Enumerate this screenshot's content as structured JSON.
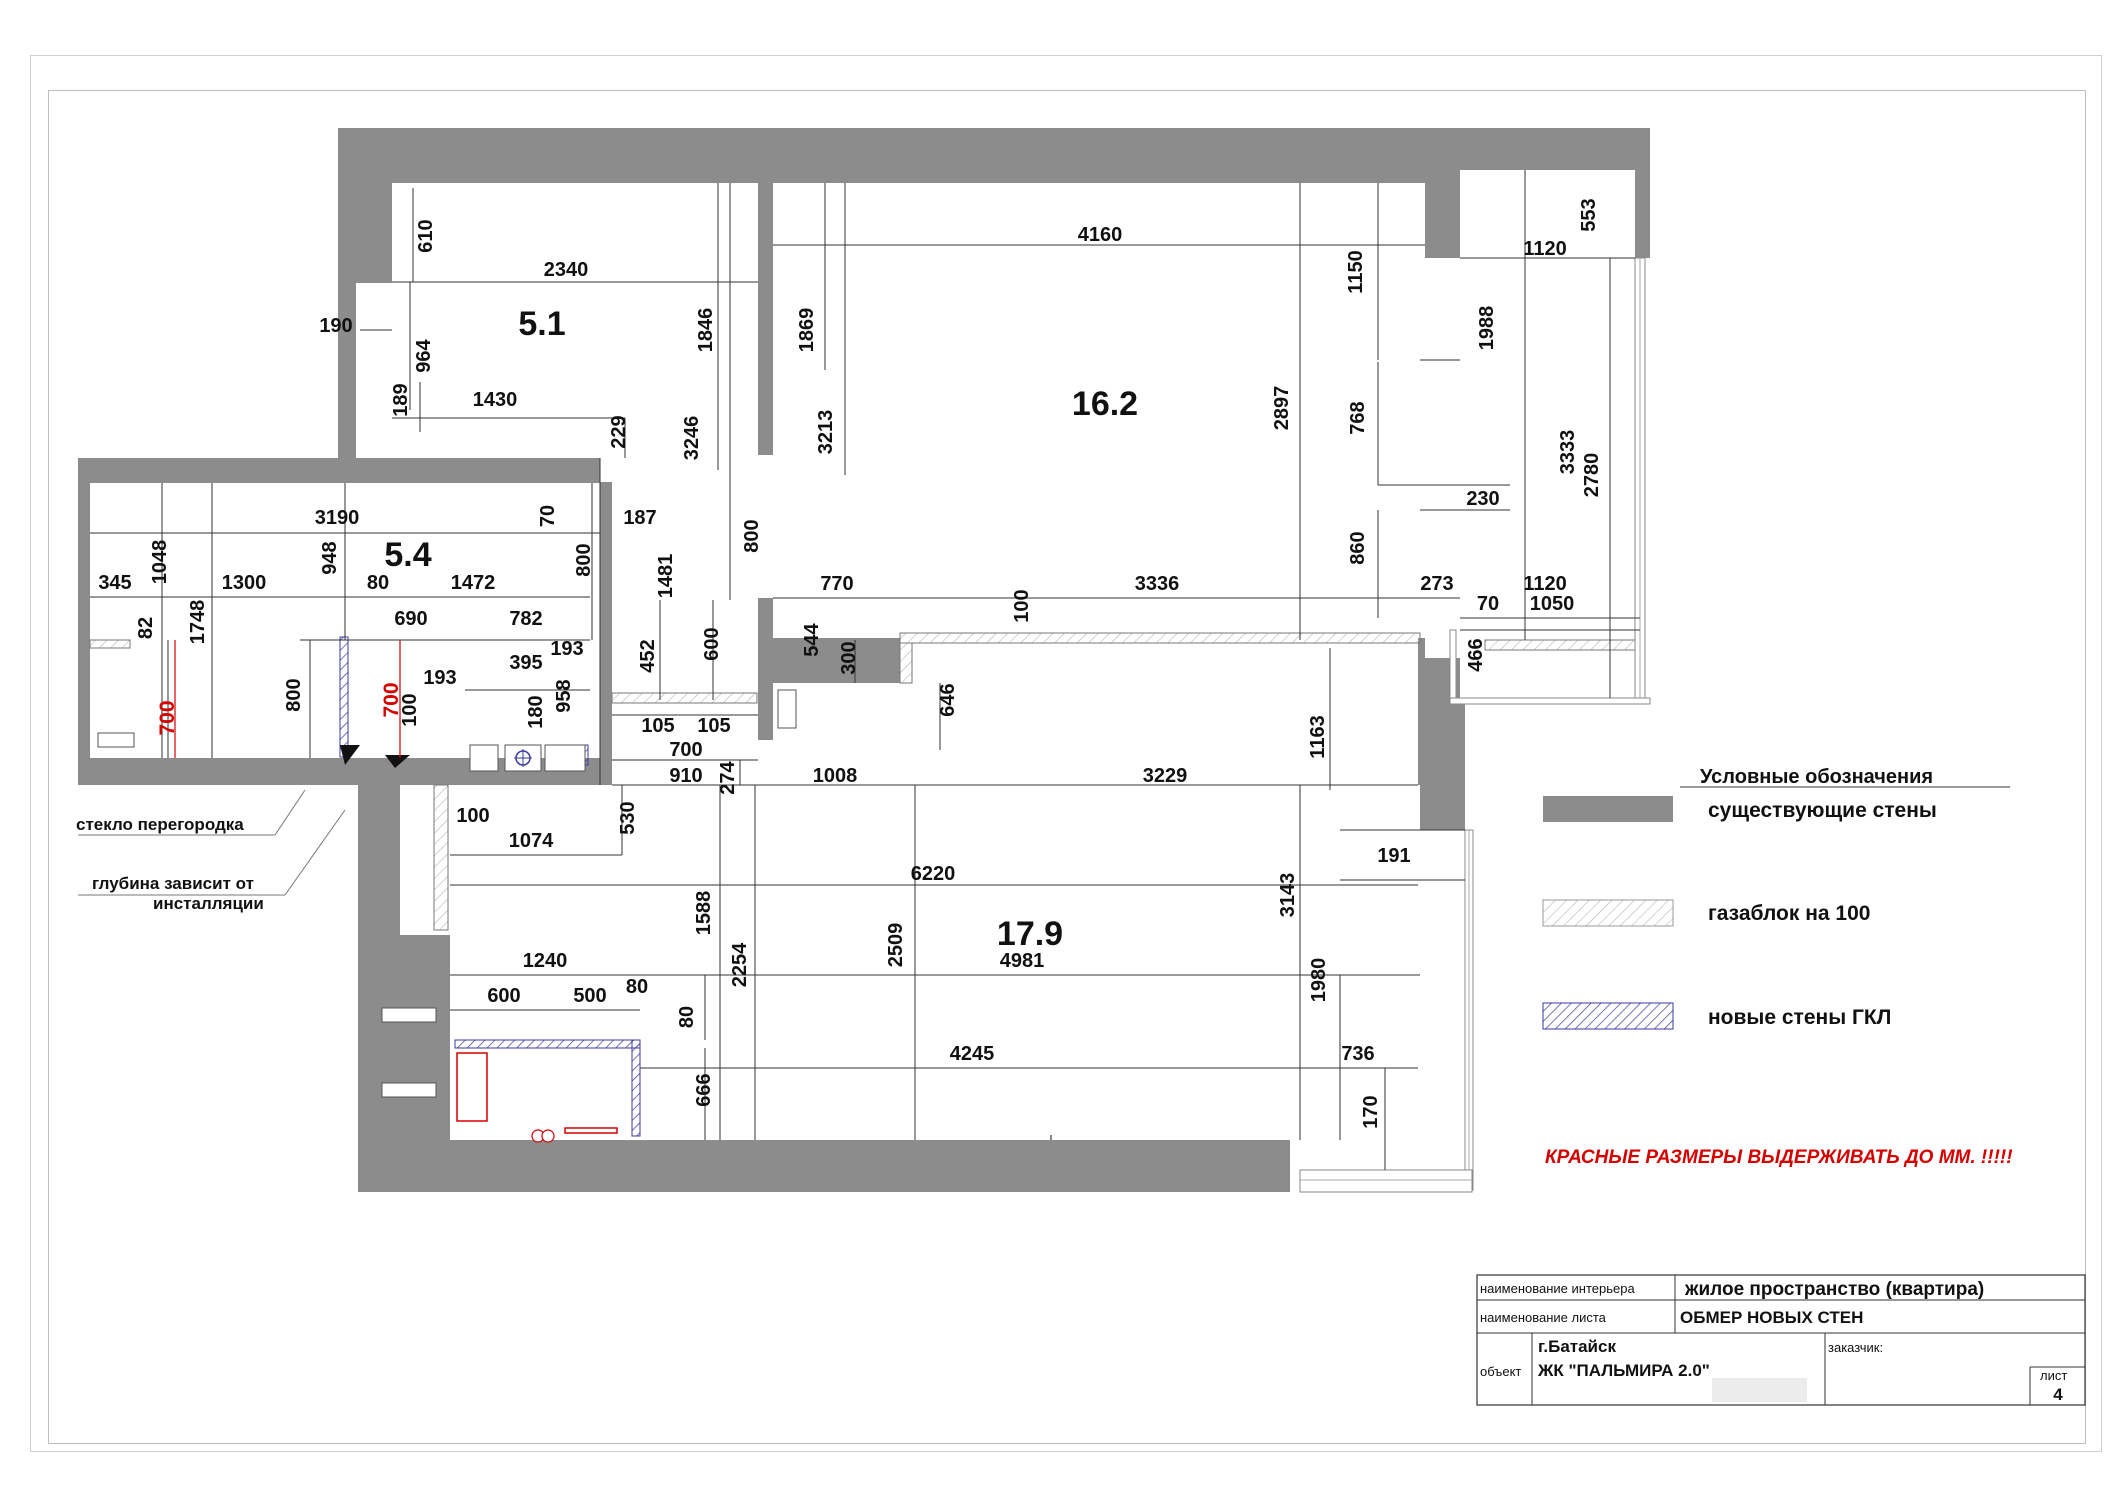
{
  "plan": {
    "areas": [
      {
        "id": "a1",
        "text": "5.1"
      },
      {
        "id": "a2",
        "text": "16.2"
      },
      {
        "id": "a3",
        "text": "5.4"
      },
      {
        "id": "a4",
        "text": "17.9"
      }
    ],
    "dimensions": [
      {
        "id": "d1",
        "text": "610",
        "v": true
      },
      {
        "id": "d2",
        "text": "2340"
      },
      {
        "id": "d3",
        "text": "190"
      },
      {
        "id": "d4",
        "text": "964",
        "v": true
      },
      {
        "id": "d5",
        "text": "189",
        "v": true
      },
      {
        "id": "d6",
        "text": "1430"
      },
      {
        "id": "d7",
        "text": "229",
        "v": true
      },
      {
        "id": "d8",
        "text": "1846",
        "v": true
      },
      {
        "id": "d9",
        "text": "3246",
        "v": true
      },
      {
        "id": "d10",
        "text": "1869",
        "v": true
      },
      {
        "id": "d11",
        "text": "3213",
        "v": true
      },
      {
        "id": "d12",
        "text": "4160"
      },
      {
        "id": "d13",
        "text": "1150",
        "v": true
      },
      {
        "id": "d14",
        "text": "2897",
        "v": true
      },
      {
        "id": "d15",
        "text": "768",
        "v": true
      },
      {
        "id": "d16",
        "text": "553",
        "v": true
      },
      {
        "id": "d17",
        "text": "1120"
      },
      {
        "id": "d18",
        "text": "1988",
        "v": true
      },
      {
        "id": "d19",
        "text": "3333",
        "v": true
      },
      {
        "id": "d20",
        "text": "2780",
        "v": true
      },
      {
        "id": "d21",
        "text": "230"
      },
      {
        "id": "d22",
        "text": "860",
        "v": true
      },
      {
        "id": "d23",
        "text": "3190"
      },
      {
        "id": "d24",
        "text": "70",
        "v": true
      },
      {
        "id": "d25",
        "text": "187"
      },
      {
        "id": "d26",
        "text": "1048",
        "v": true
      },
      {
        "id": "d27",
        "text": "948",
        "v": true
      },
      {
        "id": "d28",
        "text": "800",
        "v": true
      },
      {
        "id": "d29",
        "text": "1481",
        "v": true
      },
      {
        "id": "d30",
        "text": "800",
        "v": true
      },
      {
        "id": "d31",
        "text": "345"
      },
      {
        "id": "d32",
        "text": "1300"
      },
      {
        "id": "d33",
        "text": "80"
      },
      {
        "id": "d34",
        "text": "1472"
      },
      {
        "id": "d35",
        "text": "770"
      },
      {
        "id": "d36",
        "text": "100",
        "v": true
      },
      {
        "id": "d37",
        "text": "3336"
      },
      {
        "id": "d38",
        "text": "273"
      },
      {
        "id": "d39",
        "text": "1120"
      },
      {
        "id": "d40",
        "text": "82",
        "v": true
      },
      {
        "id": "d41",
        "text": "1748",
        "v": true
      },
      {
        "id": "d42",
        "text": "690"
      },
      {
        "id": "d43",
        "text": "782"
      },
      {
        "id": "d44",
        "text": "193"
      },
      {
        "id": "d45",
        "text": "395"
      },
      {
        "id": "d46",
        "text": "452",
        "v": true
      },
      {
        "id": "d47",
        "text": "600",
        "v": true
      },
      {
        "id": "d48",
        "text": "544",
        "v": true
      },
      {
        "id": "d49",
        "text": "300",
        "v": true
      },
      {
        "id": "d50",
        "text": "70"
      },
      {
        "id": "d51",
        "text": "1050"
      },
      {
        "id": "d52",
        "text": "466",
        "v": true
      },
      {
        "id": "d53",
        "text": "800",
        "v": true
      },
      {
        "id": "d54",
        "text": "193"
      },
      {
        "id": "d55",
        "text": "100",
        "v": true
      },
      {
        "id": "d56",
        "text": "180",
        "v": true
      },
      {
        "id": "d57",
        "text": "958",
        "v": true
      },
      {
        "id": "d58",
        "text": "646",
        "v": true
      },
      {
        "id": "d59",
        "text": "1163",
        "v": true
      },
      {
        "id": "d60",
        "text": "105"
      },
      {
        "id": "d61",
        "text": "105"
      },
      {
        "id": "d62",
        "text": "700"
      },
      {
        "id": "d63",
        "text": "910"
      },
      {
        "id": "d64",
        "text": "274",
        "v": true
      },
      {
        "id": "d65",
        "text": "1008"
      },
      {
        "id": "d66",
        "text": "3229"
      },
      {
        "id": "d67",
        "text": "100"
      },
      {
        "id": "d68",
        "text": "530",
        "v": true
      },
      {
        "id": "d69",
        "text": "1074"
      },
      {
        "id": "d70",
        "text": "191"
      },
      {
        "id": "d71",
        "text": "6220"
      },
      {
        "id": "d72",
        "text": "3143",
        "v": true
      },
      {
        "id": "d73",
        "text": "1588",
        "v": true
      },
      {
        "id": "d74",
        "text": "2254",
        "v": true
      },
      {
        "id": "d75",
        "text": "2509",
        "v": true
      },
      {
        "id": "d76",
        "text": "1240"
      },
      {
        "id": "d77",
        "text": "4981"
      },
      {
        "id": "d78",
        "text": "1980",
        "v": true
      },
      {
        "id": "d79",
        "text": "600"
      },
      {
        "id": "d80",
        "text": "500"
      },
      {
        "id": "d81",
        "text": "80"
      },
      {
        "id": "d82",
        "text": "80",
        "v": true
      },
      {
        "id": "d83",
        "text": "4245"
      },
      {
        "id": "d84",
        "text": "736"
      },
      {
        "id": "d85",
        "text": "666",
        "v": true
      },
      {
        "id": "d86",
        "text": "170",
        "v": true
      }
    ],
    "red_dimensions": [
      {
        "id": "r1",
        "text": "700"
      },
      {
        "id": "r2",
        "text": "700"
      }
    ],
    "notes": [
      {
        "id": "n1",
        "text": "стекло перегородка"
      },
      {
        "id": "n2",
        "text": "глубина зависит от"
      },
      {
        "id": "n3",
        "text": "инсталляции"
      }
    ]
  },
  "legend": {
    "title": "Условные обозначения",
    "items": [
      {
        "label": "существующие стены",
        "swatch": "existing"
      },
      {
        "label": "газаблок на 100",
        "swatch": "gasblock"
      },
      {
        "label": "новые стены ГКЛ",
        "swatch": "gkl"
      }
    ]
  },
  "warning": "КРАСНЫЕ РАЗМЕРЫ ВЫДЕРЖИВАТЬ ДО ММ. !!!!!",
  "title_block": {
    "interior_label": "наименование интерьера",
    "interior_value": "жилое пространство (квартира)",
    "sheet_label": "наименование листа",
    "sheet_value": "ОБМЕР НОВЫХ СТЕН",
    "object_label": "объект",
    "object_city": "г.Батайск",
    "object_name": "ЖК \"ПАЛЬМИРА 2.0\"",
    "customer_label": "заказчик:",
    "sheet_no_label": "лист",
    "sheet_no": "4"
  },
  "colors": {
    "existing_wall": "#8c8c8c",
    "red_dimension": "#d40000",
    "gkl_hatch": "#3a3aa0"
  }
}
